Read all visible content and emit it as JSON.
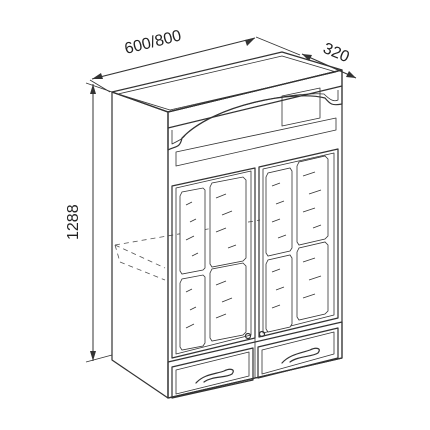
{
  "dimensions": {
    "width": "600/800",
    "depth": "320",
    "height": "1288"
  }
}
